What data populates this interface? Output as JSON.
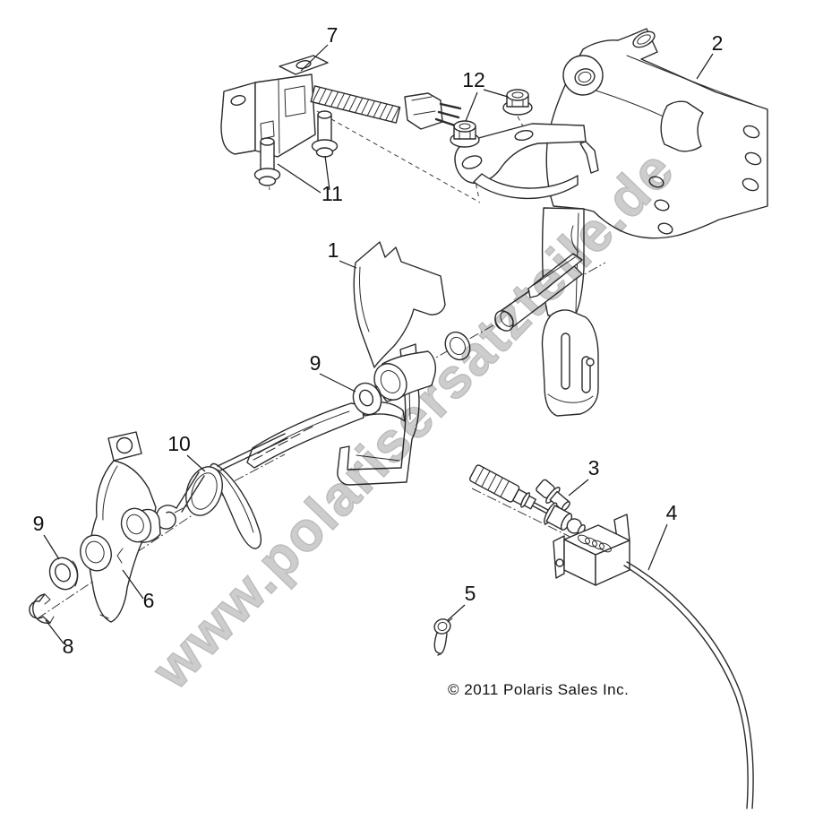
{
  "diagram": {
    "description": "Exploded parts diagram - pedal / throttle assembly",
    "callouts": [
      {
        "label": "7"
      },
      {
        "label": "2"
      },
      {
        "label": "12"
      },
      {
        "label": "11"
      },
      {
        "label": "1"
      },
      {
        "label": "9"
      },
      {
        "label": "10"
      },
      {
        "label": "9"
      },
      {
        "label": "6"
      },
      {
        "label": "8"
      },
      {
        "label": "3"
      },
      {
        "label": "4"
      },
      {
        "label": "5"
      }
    ]
  },
  "watermark": {
    "text": "www.polarisersatzteile.de"
  },
  "footer": {
    "copyright": "© 2011 Polaris Sales Inc."
  },
  "colors": {
    "line": "#2b2b2b",
    "watermark": "#cdcdcd",
    "background": "#ffffff"
  }
}
